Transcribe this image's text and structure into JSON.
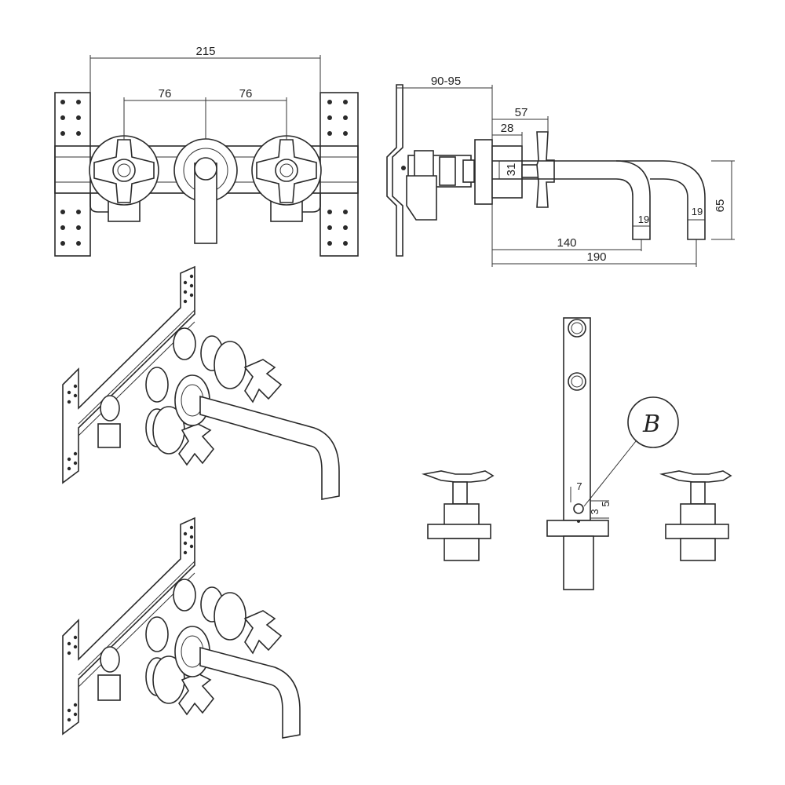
{
  "front_view": {
    "dims": {
      "overall": "215",
      "left_spacing": "76",
      "right_spacing": "76"
    }
  },
  "side_view": {
    "dims": {
      "wall_depth": "90-95",
      "handle_offset": "57",
      "plate_depth": "28",
      "plate_height": "31",
      "spout_outlet_inner": "19",
      "spout_outlet_outer": "19",
      "spout_drop": "65",
      "reach_short": "140",
      "reach_long": "190"
    }
  },
  "valve_view": {
    "dims": {
      "a": "7",
      "b": "3",
      "c": "5"
    },
    "brand_mark": "B"
  },
  "colors": {
    "line": "#2a2a2a",
    "background": "#ffffff"
  }
}
